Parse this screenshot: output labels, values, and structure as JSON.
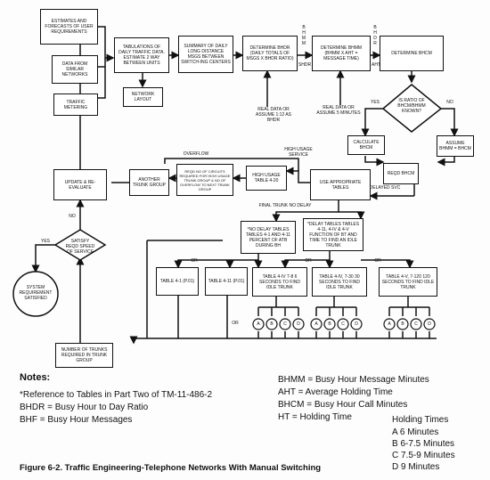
{
  "boxes": {
    "estimates": "Estimates and forecasts of user requirements",
    "data_similar": "Data from similar networks",
    "traffic_metering": "Traffic metering",
    "tabulations": "Tabulations of daily traffic data. Estimate 2 way between units",
    "network_layout": "Network layout",
    "summary_daily": "Summary of daily long distance msgs between switch-ing centers",
    "determine_bhdr": "Determine BHDR (daily totals of msgs x BHDR ratio)",
    "real_data_bhdr": "Real data or assume 1:12 as BHDR",
    "determine_bhmm": "Determine BHMM (BHMM x AHT = message time)",
    "real_data_aht": "Real data or assume 5 minutes",
    "determine_bhcm": "Determine BHCM",
    "ratio_diamond": "Is ratio of BHCM/BHMM known?",
    "calculate_bhcm": "Calculate BHCM",
    "assume_bhmm": "Assume BHMM = BHCM",
    "reqd_bhcm": "REQD BHCM",
    "use_tables": "Use appropriate tables",
    "high_usage_table": "High usage table 4-20",
    "reqd_number_circuits": "Reqd no of circuits required for high usage trunk group & no of overflow to next trunk group",
    "another_trunk": "Another trunk group",
    "update_reevaluate": "Update & re-evaluate",
    "satisfy_diamond": "Satisfy reqd speed of service",
    "system_satisfied": "System requirement satisfied",
    "no_delay_tables": "*No delay tables Tables 4-1 and 4-11 percent of ATB during BH",
    "table_4_1": "Table 4-1 (P.01)",
    "table_4_11": "Table 4-11 (P.01)",
    "delay_tables": "*Delay tables Tables 4-11, 4-IV & 4-V function of BT and time to find an idle trunk",
    "table_4_iv_6": "Table 4-IV 7-8 6 seconds to find idle trunk",
    "table_4_iv_30": "Table 4-IV, 7-30 30 seconds to find idle trunk",
    "table_4_v_120": "Table 4-V, 7-120 120 seconds to find idle trunk",
    "number_trunks": "Number of trunks required in trunk group"
  },
  "labels": {
    "shdr": "SHDR",
    "aht": "AHT",
    "bhmm_v": "BHMM",
    "bhdr_v": "BHDR",
    "yes": "YES",
    "no": "NO",
    "overflow": "OVERFLOW",
    "high_usage_service": "HIGH USAGE SERVICE",
    "final_trunk_no_delay": "FINAL TRUNK NO DELAY",
    "delayed_svc": "DELAYED SVC",
    "or": "OR"
  },
  "letters": [
    "A",
    "B",
    "C",
    "D"
  ],
  "notes": {
    "heading": "Notes:",
    "lines": [
      "*Reference to Tables in Part Two of TM-11-486-2",
      "BHDR = Busy Hour to Day Ratio",
      "BHF = Busy Hour Messages"
    ],
    "right_lines": [
      "BHMM = Busy Hour Message Minutes",
      "AHT = Average Holding Time",
      "BHCM = Busy Hour Call Minutes",
      "HT = Holding Time"
    ],
    "holding": {
      "title": "Holding Times",
      "items": [
        "A 6 Minutes",
        "B 6-7.5 Minutes",
        "C 7.5-9 Minutes",
        "D 9 Minutes"
      ]
    }
  },
  "caption": "Figure 6-2.  Traffic Engineering-Telephone Networks With Manual Switching"
}
